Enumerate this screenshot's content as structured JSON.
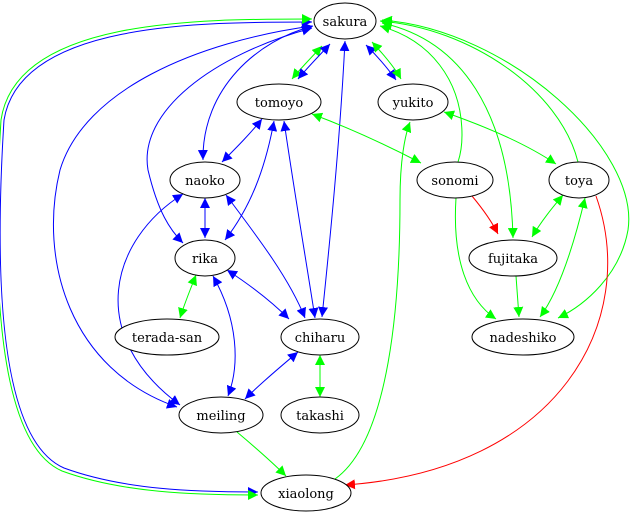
{
  "colors": {
    "blue": "#0000ff",
    "green": "#00ff00",
    "red": "#ff0000",
    "black": "#000000"
  },
  "nodes": {
    "sakura": "sakura",
    "tomoyo": "tomoyo",
    "yukito": "yukito",
    "naoko": "naoko",
    "sonomi": "sonomi",
    "toya": "toya",
    "rika": "rika",
    "fujitaka": "fujitaka",
    "terada_san": "terada-san",
    "chiharu": "chiharu",
    "nadeshiko": "nadeshiko",
    "meiling": "meiling",
    "takashi": "takashi",
    "xiaolong": "xiaolong"
  },
  "edges": [
    {
      "from": "sakura",
      "to": "tomoyo",
      "color": "green",
      "dir": "both"
    },
    {
      "from": "sakura",
      "to": "tomoyo",
      "color": "blue",
      "dir": "both"
    },
    {
      "from": "sakura",
      "to": "yukito",
      "color": "blue",
      "dir": "both"
    },
    {
      "from": "sakura",
      "to": "yukito",
      "color": "green",
      "dir": "both"
    },
    {
      "from": "sakura",
      "to": "naoko",
      "color": "blue",
      "dir": "both"
    },
    {
      "from": "sakura",
      "to": "rika",
      "color": "blue",
      "dir": "both"
    },
    {
      "from": "sakura",
      "to": "chiharu",
      "color": "blue",
      "dir": "both"
    },
    {
      "from": "sakura",
      "to": "meiling",
      "color": "blue",
      "dir": "both"
    },
    {
      "from": "sakura",
      "to": "xiaolong",
      "color": "blue",
      "dir": "both"
    },
    {
      "from": "sakura",
      "to": "xiaolong",
      "color": "green",
      "dir": "both"
    },
    {
      "from": "sakura",
      "to": "sonomi",
      "color": "green",
      "dir": "back"
    },
    {
      "from": "sakura",
      "to": "toya",
      "color": "green",
      "dir": "back"
    },
    {
      "from": "sakura",
      "to": "fujitaka",
      "color": "green",
      "dir": "both"
    },
    {
      "from": "sakura",
      "to": "nadeshiko",
      "color": "green",
      "dir": "both"
    },
    {
      "from": "tomoyo",
      "to": "naoko",
      "color": "blue",
      "dir": "both"
    },
    {
      "from": "tomoyo",
      "to": "rika",
      "color": "blue",
      "dir": "both"
    },
    {
      "from": "tomoyo",
      "to": "chiharu",
      "color": "blue",
      "dir": "both"
    },
    {
      "from": "tomoyo",
      "to": "sonomi",
      "color": "green",
      "dir": "both"
    },
    {
      "from": "yukito",
      "to": "toya",
      "color": "green",
      "dir": "both"
    },
    {
      "from": "naoko",
      "to": "rika",
      "color": "blue",
      "dir": "both"
    },
    {
      "from": "naoko",
      "to": "chiharu",
      "color": "blue",
      "dir": "both"
    },
    {
      "from": "naoko",
      "to": "meiling",
      "color": "blue",
      "dir": "both"
    },
    {
      "from": "sonomi",
      "to": "fujitaka",
      "color": "red",
      "dir": "forward"
    },
    {
      "from": "sonomi",
      "to": "nadeshiko",
      "color": "green",
      "dir": "forward"
    },
    {
      "from": "toya",
      "to": "fujitaka",
      "color": "green",
      "dir": "both"
    },
    {
      "from": "toya",
      "to": "nadeshiko",
      "color": "green",
      "dir": "both"
    },
    {
      "from": "toya",
      "to": "xiaolong",
      "color": "red",
      "dir": "forward"
    },
    {
      "from": "rika",
      "to": "terada_san",
      "color": "green",
      "dir": "both"
    },
    {
      "from": "rika",
      "to": "chiharu",
      "color": "blue",
      "dir": "both"
    },
    {
      "from": "rika",
      "to": "meiling",
      "color": "blue",
      "dir": "both"
    },
    {
      "from": "fujitaka",
      "to": "nadeshiko",
      "color": "green",
      "dir": "forward"
    },
    {
      "from": "chiharu",
      "to": "meiling",
      "color": "blue",
      "dir": "both"
    },
    {
      "from": "chiharu",
      "to": "takashi",
      "color": "green",
      "dir": "both"
    },
    {
      "from": "meiling",
      "to": "xiaolong",
      "color": "green",
      "dir": "forward"
    },
    {
      "from": "xiaolong",
      "to": "yukito",
      "color": "green",
      "dir": "forward"
    }
  ]
}
